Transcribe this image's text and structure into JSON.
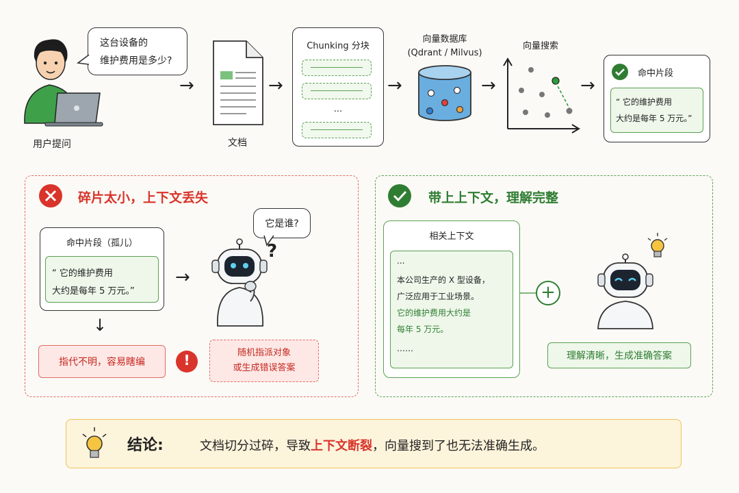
{
  "top": {
    "question": {
      "line1": "这台设备的",
      "line2": "维护费用是多少?"
    },
    "user_label": "用户提问",
    "doc_label": "文档",
    "chunking": {
      "title": "Chunking 分块",
      "ellipsis": "..."
    },
    "vectordb": {
      "line1": "向量数据库",
      "line2": "(Qdrant / Milvus)"
    },
    "search_label": "向量搜索",
    "hit": {
      "title": "命中片段",
      "line1": "“ 它的维护费用",
      "line2": "大约是每年 5 万元。”"
    }
  },
  "bad_panel": {
    "title": "碎片太小，上下文丢失",
    "fragment": {
      "title": "命中片段（孤儿）",
      "line1": "“ 它的维护费用",
      "line2": "大约是每年 5 万元。”"
    },
    "robot_bubble": "它是谁?",
    "question_mark": "?",
    "result1": "指代不明，容易瞎编",
    "result2": {
      "line1": "随机指派对象",
      "line2": "或生成错误答案"
    },
    "warn_symbol": "!"
  },
  "good_panel": {
    "title": "带上上下文，理解完整",
    "context": {
      "title": "相关上下文",
      "l1": "...",
      "l2": "本公司生产的 X 型设备，",
      "l3": "广泛应用于工业场景。",
      "l4": "它的维护费用大约是",
      "l5": "每年 5 万元。",
      "l6": "……"
    },
    "plus": "+",
    "result": "理解清晰，生成准确答案"
  },
  "conclusion": {
    "label": "结论:",
    "before": "文档切分过碎，导致",
    "highlight": "上下文断裂",
    "after": "，向量搜到了也无法准确生成。"
  },
  "colors": {
    "red": "#d9342b",
    "green": "#2f7d32",
    "blue": "#6aaee0",
    "yellow": "#f5c542"
  }
}
